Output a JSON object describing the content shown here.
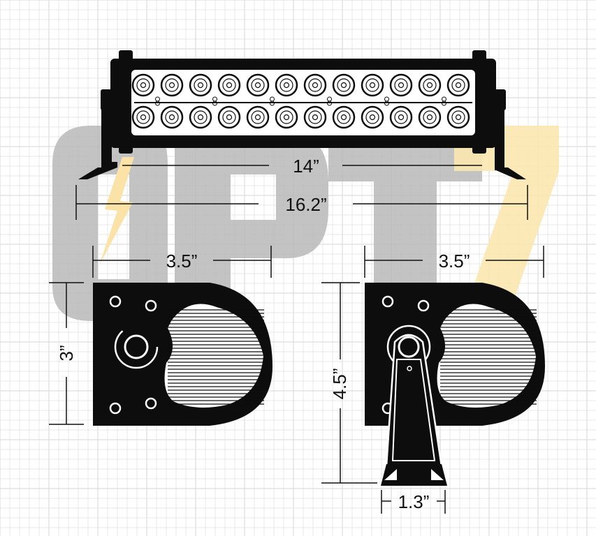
{
  "diagram": {
    "brand_watermark": "OPT7",
    "dims": {
      "bar_width": "14”",
      "overall_width": "16.2”",
      "side_depth_left": "3.5”",
      "side_depth_right": "3.5”",
      "side_height": "3”",
      "bracket_height": "4.5”",
      "bracket_base": "1.3”"
    },
    "led_columns": 12,
    "led_rows": 2,
    "colors": {
      "product": "#0d0d0d",
      "grid": "#d5d5d5",
      "watermark_gray": "#b9b9b9",
      "watermark_yellow": "#fce7b0",
      "dim_line": "#111111"
    }
  }
}
